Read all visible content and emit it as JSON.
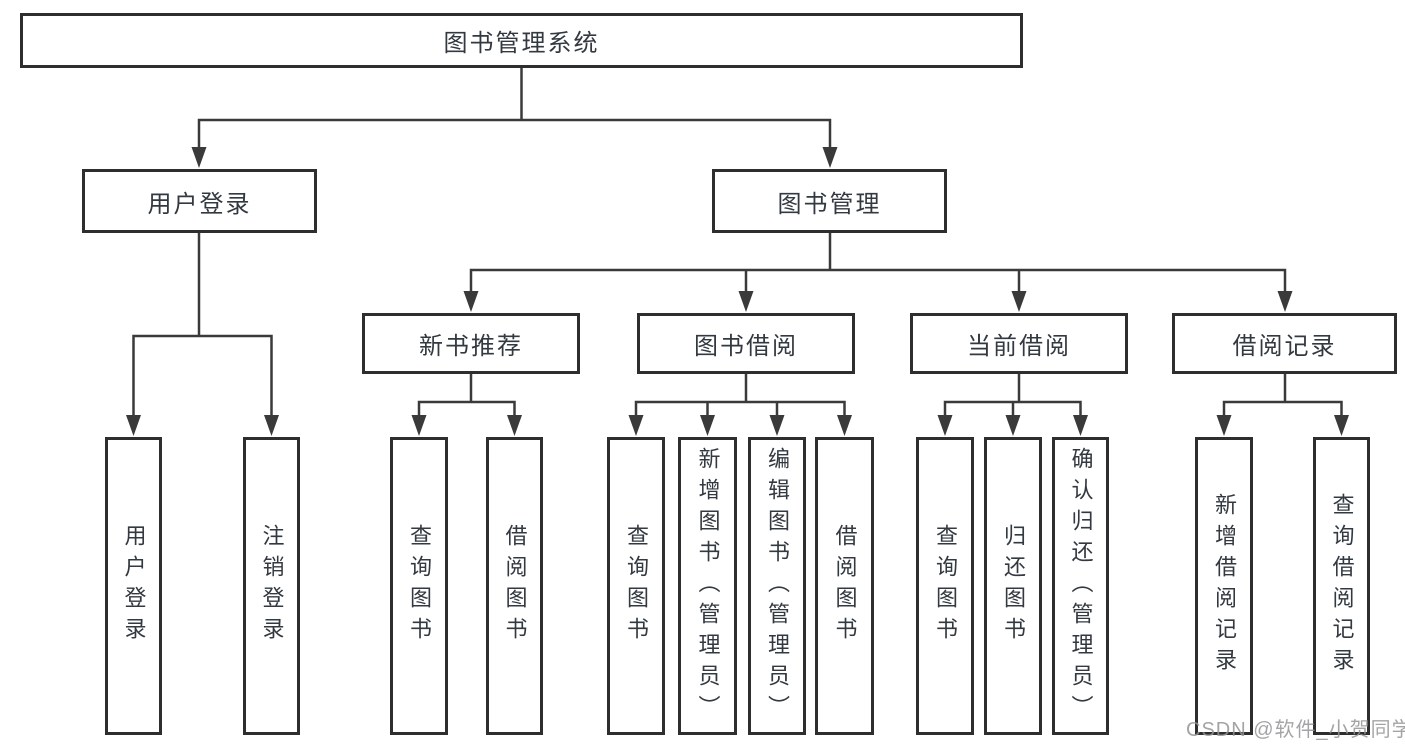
{
  "tree": {
    "root": "图书管理系统",
    "branches": [
      {
        "label": "用户登录",
        "children": [
          "用户登录",
          "注销登录"
        ]
      },
      {
        "label": "图书管理",
        "sub": [
          {
            "label": "新书推荐",
            "children": [
              "查询图书",
              "借阅图书"
            ]
          },
          {
            "label": "图书借阅",
            "children": [
              "查询图书",
              "新增图书（管理员）",
              "编辑图书（管理员）",
              "借阅图书"
            ]
          },
          {
            "label": "当前借阅",
            "children": [
              "查询图书",
              "归还图书",
              "确认归还（管理员）"
            ]
          },
          {
            "label": "借阅记录",
            "children": [
              "新增借阅记录",
              "查询借阅记录"
            ]
          }
        ]
      }
    ]
  },
  "watermark": "CSDN @软件_小贺同学",
  "colors": {
    "line": "#3a3a3a",
    "border": "#2e2e2e",
    "text": "#333940",
    "watermark": "#949496"
  }
}
